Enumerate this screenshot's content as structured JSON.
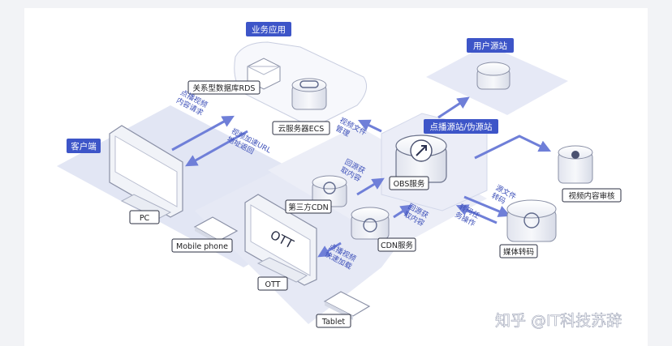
{
  "groups": {
    "business_apps": "业务应用",
    "user_origin": "用户源站",
    "client": "客户端",
    "vod_origin": "点播源站/伪源站"
  },
  "nodes": {
    "rds": "关系型数据库RDS",
    "ecs": "云服务器ECS",
    "obs": "OBS服务",
    "third_cdn": "第三方CDN",
    "cdn": "CDN服务",
    "media_transcode": "媒体转码",
    "content_review": "视频内容审核",
    "pc": "PC",
    "mobile": "Mobile phone",
    "ott": "OTT",
    "ott_screen": "OTT",
    "tablet": "Tablet"
  },
  "flows": {
    "vod_request": [
      "点播视频",
      "内容请求"
    ],
    "url_return": [
      "视频加速URL",
      "地址返回"
    ],
    "file_manage": [
      "视频文件",
      "管理"
    ],
    "origin_fetch_3rd": [
      "回源获",
      "取内容"
    ],
    "origin_fetch_cdn": [
      "回源获",
      "取内容"
    ],
    "fast_load": [
      "点播视频",
      "快速加载"
    ],
    "transcode": [
      "转码任",
      "务操作"
    ],
    "file_transfer": [
      "源文件",
      "转码"
    ]
  },
  "watermark": "知乎 @IT科技苏辞",
  "colors": {
    "accent": "#3d55c8",
    "arrow": "#6f7fd8",
    "band": "#dfe3f3"
  }
}
